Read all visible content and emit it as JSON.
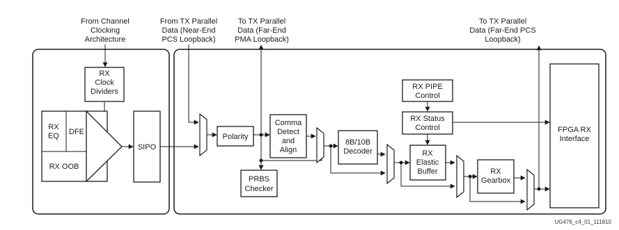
{
  "labels": {
    "from_channel": [
      "From Channel",
      "Clocking",
      "Architecture"
    ],
    "from_tx_near": [
      "From TX Parallel",
      "Data (Near-End",
      "PCS Loopback)"
    ],
    "to_tx_pma": [
      "To TX Parallel",
      "Data (Far-End",
      "PMA Loopback)"
    ],
    "to_tx_pcs": [
      "To TX Parallel",
      "Data (Far-End PCS",
      "Loopback)"
    ]
  },
  "blocks": {
    "rx_clock_dividers": [
      "RX",
      "Clock",
      "Dividers"
    ],
    "rx_eq": [
      "RX",
      "EQ"
    ],
    "dfe": [
      "DFE"
    ],
    "rx_oob": [
      "RX OOB"
    ],
    "sipo": [
      "SIPO"
    ],
    "polarity": [
      "Polarity"
    ],
    "comma_detect": [
      "Comma",
      "Detect",
      "and",
      "Align"
    ],
    "prbs_checker": [
      "PRBS",
      "Checker"
    ],
    "decoder": [
      "8B/10B",
      "Decoder"
    ],
    "rx_pipe_control": [
      "RX PIPE",
      "Control"
    ],
    "rx_status_control": [
      "RX Status",
      "Control"
    ],
    "rx_elastic_buffer": [
      "RX",
      "Elastic",
      "Buffer"
    ],
    "rx_gearbox": [
      "RX",
      "Gearbox"
    ],
    "fpga_rx_interface": [
      "FPGA RX",
      "Interface"
    ]
  },
  "footer": {
    "figure_id": "UG476_c4_01_111810"
  }
}
